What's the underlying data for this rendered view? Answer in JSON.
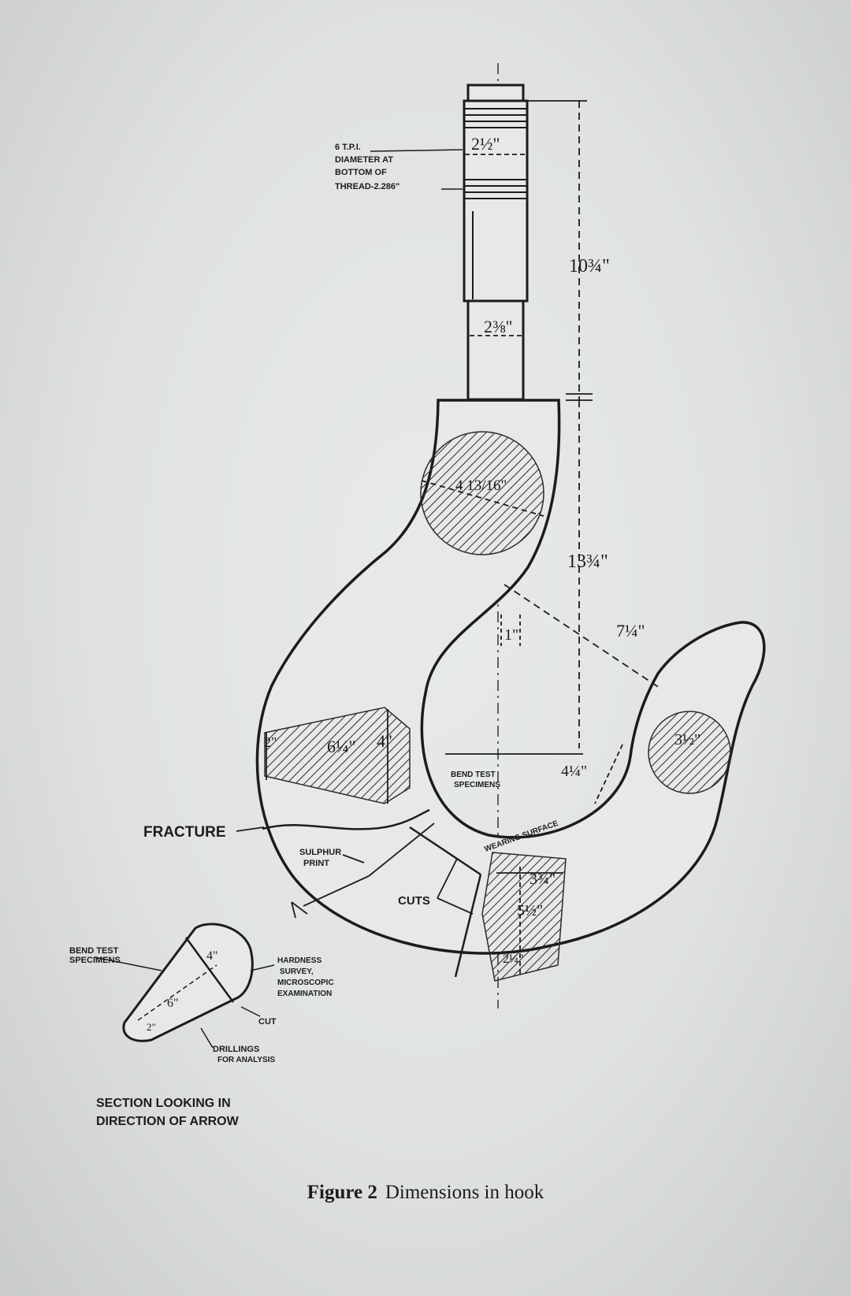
{
  "labels": {
    "thread_note": [
      "6 T.P.I.",
      "DIAMETER AT",
      "BOTTOM OF",
      "THREAD-2.286\""
    ],
    "fracture": "FRACTURE",
    "sulphur_print": [
      "SULPHUR",
      "PRINT"
    ],
    "cuts": "CUTS",
    "bend_test_inner": [
      "BEND TEST",
      "SPECIMENS"
    ],
    "wearing_surface": "WEARING SURFACE",
    "bend_test_section": [
      "BEND TEST",
      "SPECIMENS"
    ],
    "hardness": [
      "HARDNESS",
      "SURVEY,",
      "MICROSCOPIC",
      "EXAMINATION"
    ],
    "cut": "CUT",
    "drillings": [
      "DRILLINGS",
      "FOR ANALYSIS"
    ],
    "section_title": [
      "SECTION LOOKING IN",
      "DIRECTION OF ARROW"
    ]
  },
  "dimensions": {
    "shank_top": "2½\"",
    "shank_length": "10¾\"",
    "shank_lower": "2⅜\"",
    "neck": "4 13/16\"",
    "body_height": "13¾\"",
    "throat": "7¼\"",
    "gap": "1\"",
    "left_width": "2\"",
    "left_length": "6¼\"",
    "left_depth": "4\"",
    "seat": "4¼\"",
    "tip": "3½\"",
    "bottom_width": "3¾\"",
    "bottom_length": "5½\"",
    "bottom_small": "2¼\"",
    "section_4": "4\"",
    "section_6": "6\"",
    "section_2": "2\""
  },
  "caption": {
    "figure": "Figure 2",
    "text": "Dimensions in hook"
  }
}
